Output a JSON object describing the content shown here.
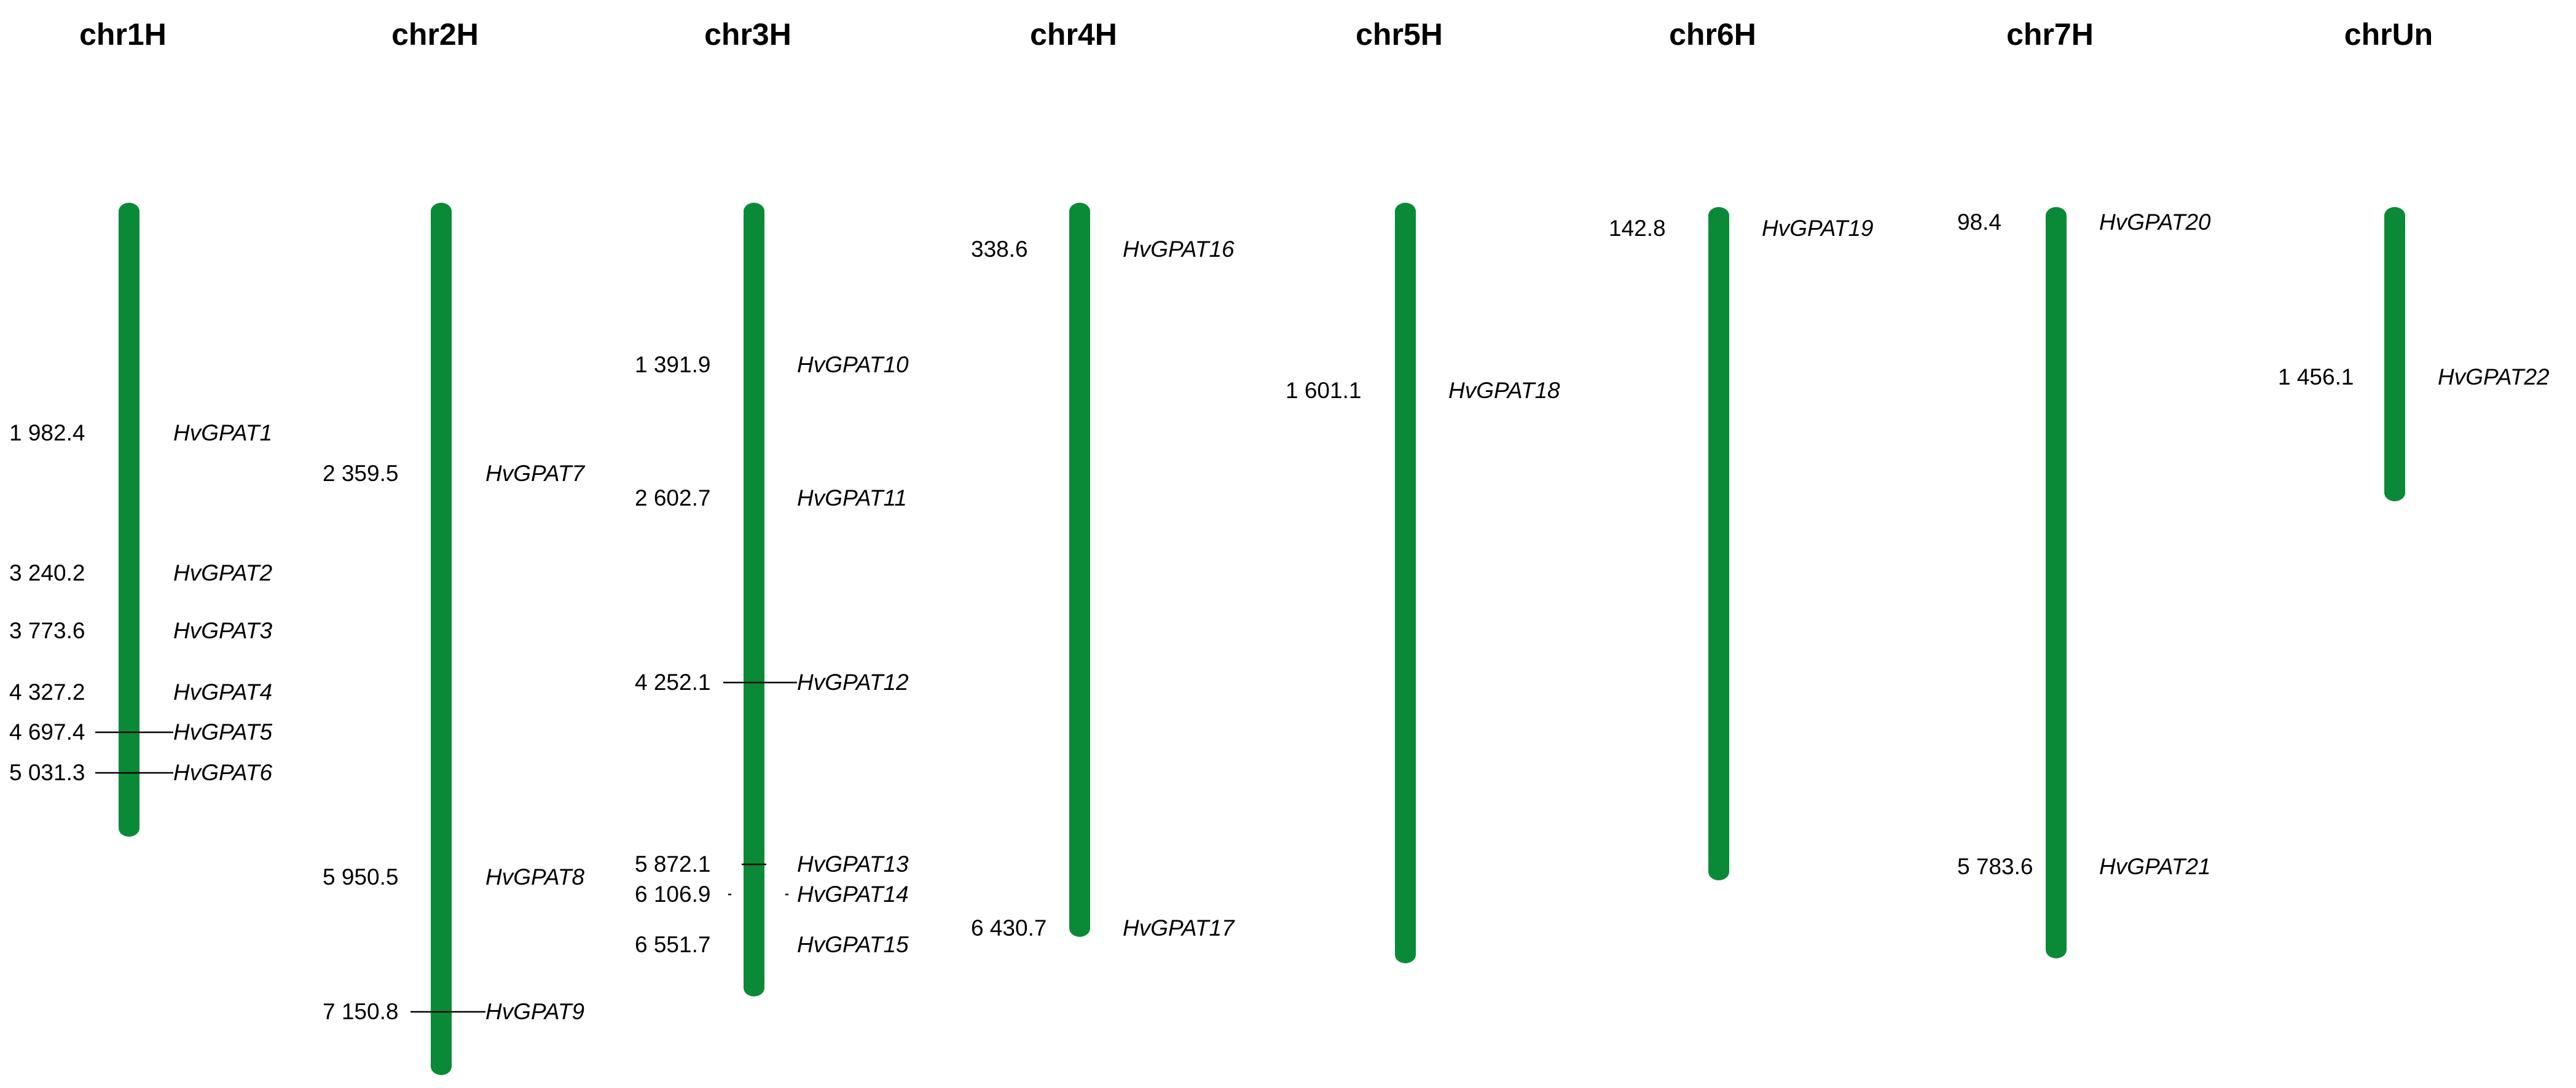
{
  "colors": {
    "chromosome": "#0a8a37",
    "marker": "#000000",
    "text": "#000000",
    "background": "#ffffff"
  },
  "chromosomes": [
    {
      "name": "chr1H",
      "genes": [
        {
          "pos": "1 982.4",
          "gene": "HvGPAT1"
        },
        {
          "pos": "3 240.2",
          "gene": "HvGPAT2"
        },
        {
          "pos": "3 773.6",
          "gene": "HvGPAT3"
        },
        {
          "pos": "4 327.2",
          "gene": "HvGPAT4"
        },
        {
          "pos": "4 697.4",
          "gene": "HvGPAT5"
        },
        {
          "pos": "5 031.3",
          "gene": "HvGPAT6"
        }
      ]
    },
    {
      "name": "chr2H",
      "genes": [
        {
          "pos": "2 359.5",
          "gene": "HvGPAT7"
        },
        {
          "pos": "5 950.5",
          "gene": "HvGPAT8"
        },
        {
          "pos": "7 150.8",
          "gene": "HvGPAT9"
        }
      ]
    },
    {
      "name": "chr3H",
      "genes": [
        {
          "pos": "1 391.9",
          "gene": "HvGPAT10"
        },
        {
          "pos": "2 602.7",
          "gene": "HvGPAT11"
        },
        {
          "pos": "4 252.1",
          "gene": "HvGPAT12"
        },
        {
          "pos": "5 872.1",
          "gene": "HvGPAT13"
        },
        {
          "pos": "6 106.9",
          "gene": "HvGPAT14"
        },
        {
          "pos": "6 551.7",
          "gene": "HvGPAT15"
        }
      ]
    },
    {
      "name": "chr4H",
      "genes": [
        {
          "pos": "338.6",
          "gene": "HvGPAT16"
        },
        {
          "pos": "6 430.7",
          "gene": "HvGPAT17"
        }
      ]
    },
    {
      "name": "chr5H",
      "genes": [
        {
          "pos": "1 601.1",
          "gene": "HvGPAT18"
        }
      ]
    },
    {
      "name": "chr6H",
      "genes": [
        {
          "pos": "142.8",
          "gene": "HvGPAT19"
        }
      ]
    },
    {
      "name": "chr7H",
      "genes": [
        {
          "pos": "98.4",
          "gene": "HvGPAT20"
        },
        {
          "pos": "5 783.6",
          "gene": "HvGPAT21"
        }
      ]
    },
    {
      "name": "chrUn",
      "genes": [
        {
          "pos": "1 456.1",
          "gene": "HvGPAT22"
        }
      ]
    }
  ]
}
